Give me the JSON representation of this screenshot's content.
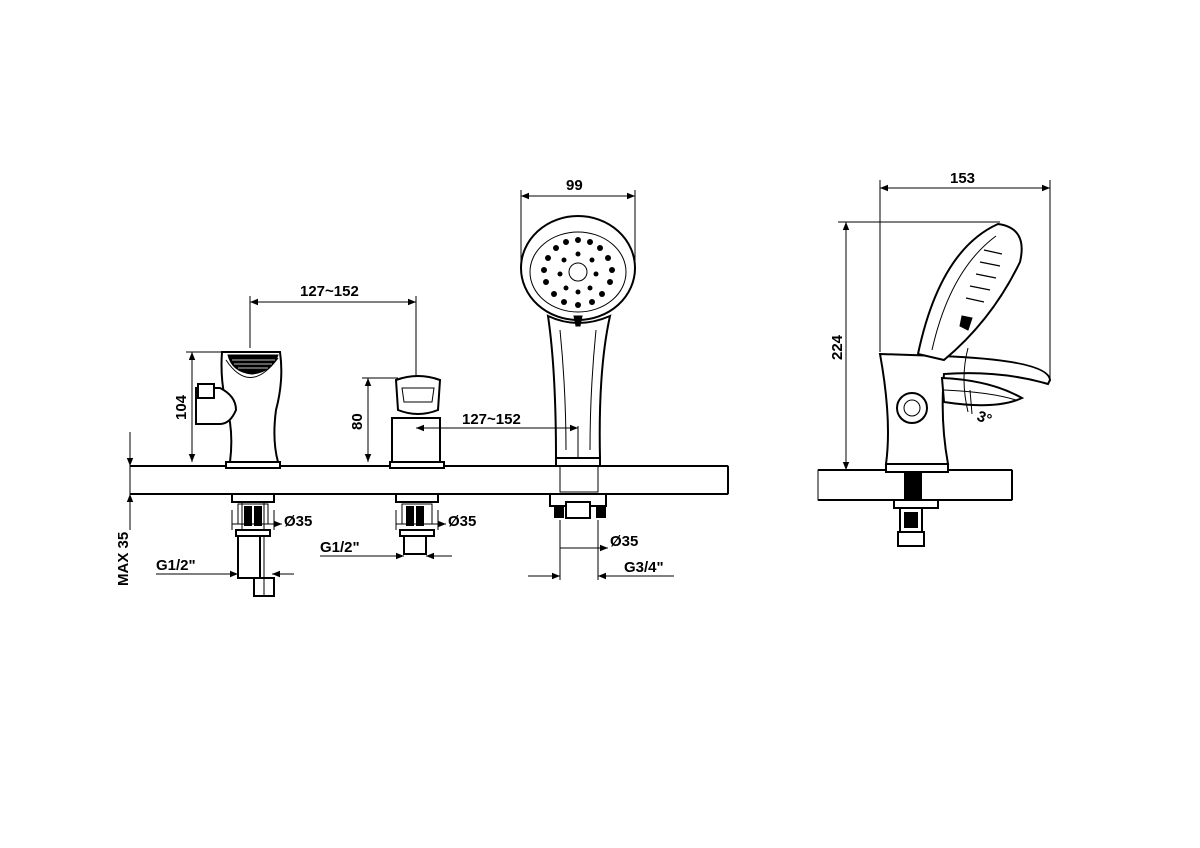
{
  "dimensions": {
    "handle_spacing": "127~152",
    "shower_spacing": "127~152",
    "shower_head_width": "99",
    "side_depth": "153",
    "side_height": "224",
    "spout_height": "104",
    "valve_height": "80",
    "max_deck": "MAX 35",
    "hole_diameter_1": "Ø35",
    "hole_diameter_2": "Ø35",
    "hole_diameter_3": "Ø35",
    "thread_1": "G1/2\"",
    "thread_2": "G1/2\"",
    "thread_3": "G3/4\"",
    "angle": "3°"
  }
}
